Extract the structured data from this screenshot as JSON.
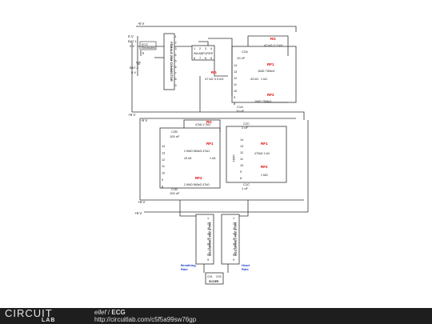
{
  "schematic": {
    "rails": {
      "neg": "-9 V",
      "pos": "+9 V",
      "ground_top": "0 V",
      "mid_neg": "-9 V",
      "mid_pos": "+9 V",
      "bottom_pos": "+9 V"
    },
    "batteries": {
      "bat1_name": "BAT 1",
      "bat1_value": "9 V",
      "bat2_name": "BAT 2",
      "bat2_value": "9 V"
    },
    "electrodes": {
      "line1": "ECG",
      "line2": "Electrodes"
    },
    "female_connector": {
      "label": "FEMALE 25M CONNECTOR",
      "pins": [
        "1",
        "2",
        "3",
        "4",
        "5",
        "6",
        "7",
        "8",
        "9"
      ]
    },
    "ina_amplifier": {
      "label": "INA AMPLIFIER",
      "pins_top": [
        "1",
        "2",
        "3",
        "4"
      ],
      "pins_bottom": [
        "8",
        "7",
        "6",
        "5"
      ],
      "rg_label": "RG",
      "rg_values": "47 kΩ  3.3 kΩ"
    },
    "block_top_right": {
      "c2a": "C2A",
      "c2a_value": "10 nF",
      "c1a": "C1A",
      "c1a_value": "10 nF",
      "rg_label": "RG",
      "rg_values": "47 kΩ  2.7 kΩ",
      "rf1": "RF1",
      "rf1_values": "1MΩ      750kΩ",
      "rf2": "RF2",
      "rf2_values": "1MΩ      750kΩ",
      "r_mid": "43 kΩ",
      "r_mid2": "1 kΩ",
      "pins": [
        "14",
        "13",
        "12",
        "11",
        "10",
        "9",
        "8"
      ]
    },
    "block_mid_left": {
      "c2b": "C2B",
      "c2b_value": "100 nF",
      "c1b": "C1B",
      "c1b_value": "100 nF",
      "rg_label": "RG",
      "rg_values": "47kΩ      2.7kΩ",
      "rf1": "RF1",
      "rf1_values": "2.9MΩ  560kΩ  47kΩ",
      "rf2": "RF2",
      "rf2_values": "2.9MΩ  560kΩ  47kΩ",
      "r_mid": "43 kΩ",
      "r_mid2": "1 kΩ",
      "pins": [
        "14",
        "13",
        "12",
        "11",
        "10",
        "9",
        "8"
      ]
    },
    "block_mid_right": {
      "c2c": "C2C",
      "c2c_value": "1 uF",
      "c1c": "C1C",
      "c1c_value": "1 uF",
      "opamp_label": "LM14",
      "rf1": "RF1",
      "rf2": "RF2",
      "r_values": "470kΩ  1 kΩ",
      "r_bottom": "1 MΩ",
      "pins": [
        "14",
        "13",
        "12",
        "11",
        "10",
        "9",
        "8"
      ]
    },
    "male_connector_left": {
      "label": "MALE 25M CONNECTOR",
      "pins": [
        "1",
        "2",
        "3",
        "4",
        "5",
        "6",
        "7",
        "8",
        "9"
      ]
    },
    "male_connector_right": {
      "label": "MALE 25M CONNECTOR",
      "pins": [
        "1",
        "2",
        "3",
        "4",
        "5",
        "6",
        "7",
        "8",
        "9"
      ]
    },
    "breathing_rate": {
      "line1": "Breathing",
      "line2": "Rate"
    },
    "heart_rate": {
      "line1": "Heart",
      "line2": "Rate"
    },
    "scope": {
      "ch1": "CH1",
      "ch2": "CH2",
      "label": "SCOPE"
    }
  },
  "footer": {
    "logo_word": "CIRCUIT",
    "logo_sub": "LAB",
    "author": "ellef",
    "separator": " / ",
    "title": "ECG",
    "url": "http://circuitlab.com/c5f5a99sw76gp"
  }
}
